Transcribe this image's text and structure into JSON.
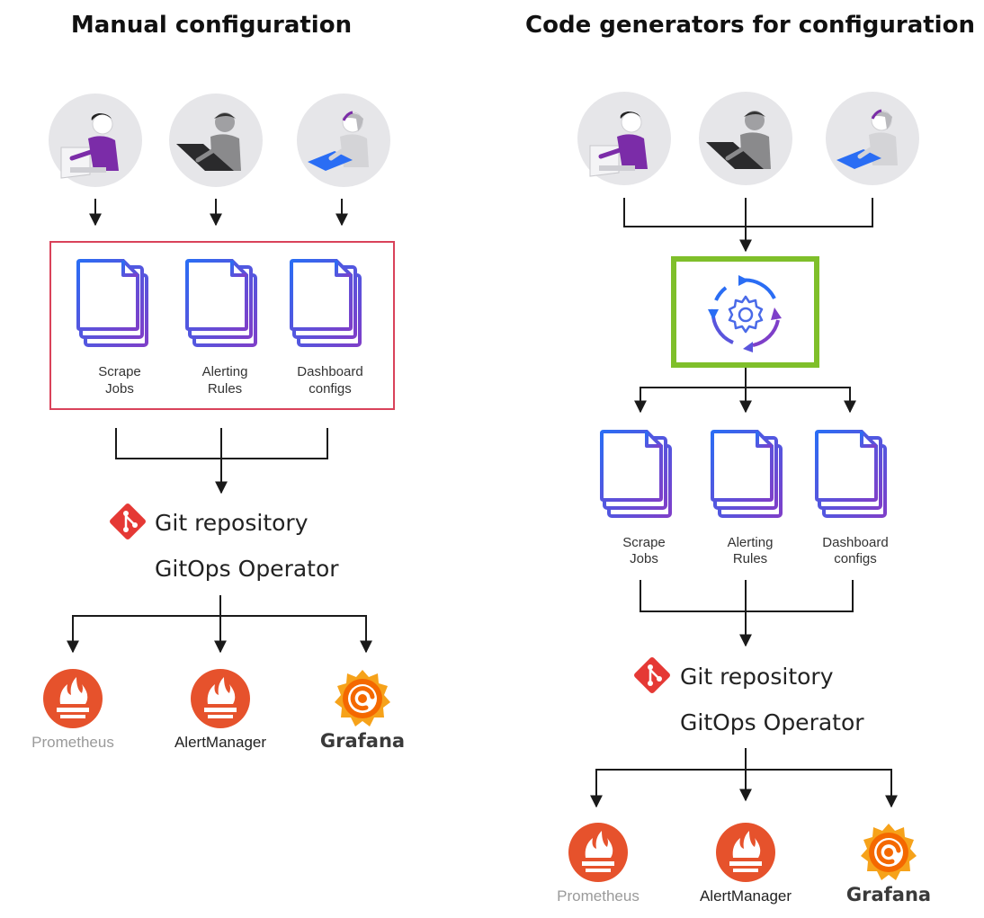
{
  "titles": {
    "left": "Manual configuration",
    "right": "Code generators for configuration"
  },
  "files": [
    {
      "line1": "Scrape",
      "line2": "Jobs"
    },
    {
      "line1": "Alerting",
      "line2": "Rules"
    },
    {
      "line1": "Dashboard",
      "line2": "configs"
    }
  ],
  "git": {
    "repository": "Git repository",
    "operator": "GitOps Operator"
  },
  "tools": {
    "prometheus": "Prometheus",
    "alertmanager": "AlertManager",
    "grafana": "Grafana"
  },
  "colors": {
    "manual_box_border": "#d9425a",
    "generator_box_border": "#7fbf2a",
    "git_red": "#e53935",
    "prometheus_orange": "#e6522c",
    "grafana_orange": "#f46800",
    "file_blue": "#2a6df4",
    "file_purple": "#7e3fc9",
    "person_purple": "#7b2ca8"
  },
  "icons": [
    "person-icon",
    "file-stack-icon",
    "gear-sync-icon",
    "git-icon",
    "prometheus-icon",
    "grafana-icon"
  ]
}
